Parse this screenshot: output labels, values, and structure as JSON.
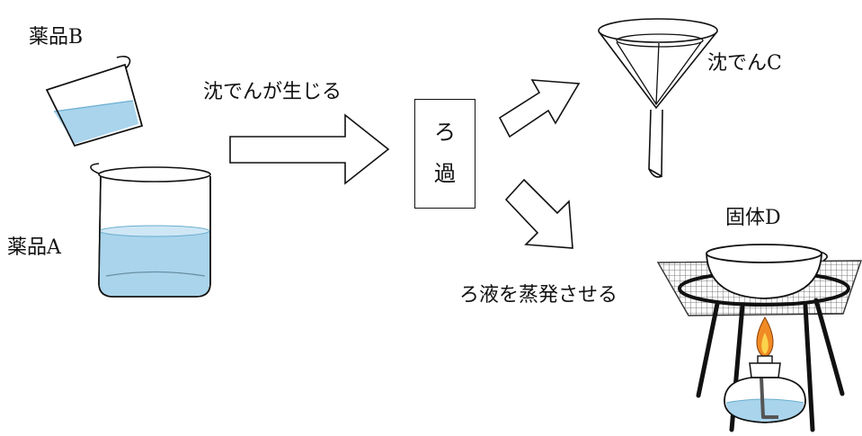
{
  "labels": {
    "reagent_b": "薬品B",
    "reagent_a": "薬品A",
    "precipitate_forms": "沈でんが生じる",
    "filtration_char1": "ろ",
    "filtration_char2": "過",
    "precipitate_c": "沈でんC",
    "solid_d": "固体D",
    "evaporate_filtrate": "ろ液を蒸発させる"
  },
  "colors": {
    "liquid": "#a9d4ec",
    "liquid_surface": "#cfe7f5",
    "outline": "#111111",
    "flame_outer": "#f08a24",
    "flame_inner": "#fcd34d"
  },
  "icons": [
    "beaker-icon",
    "pouring-beaker-icon",
    "funnel-icon",
    "evaporating-dish-icon",
    "wire-gauze-icon",
    "tripod-icon",
    "alcohol-lamp-icon",
    "flame-icon"
  ]
}
